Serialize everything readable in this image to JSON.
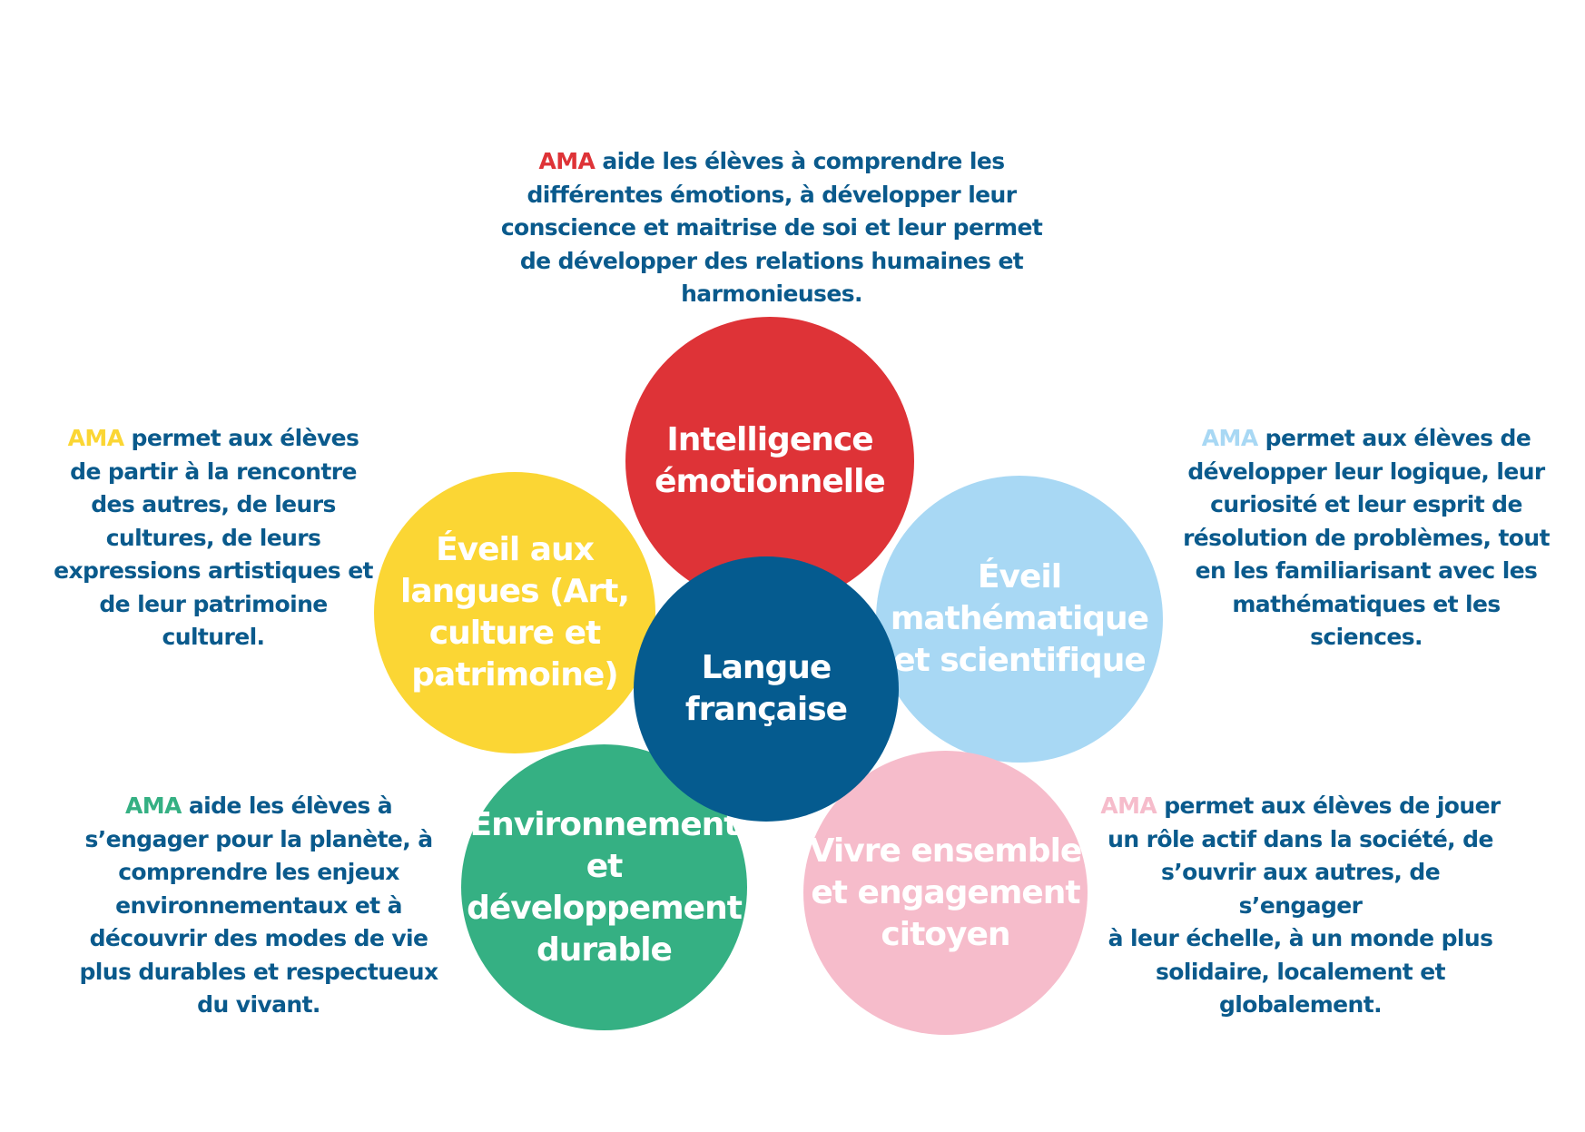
{
  "colors": {
    "text_blue": "#0a5a8c",
    "red": "#de3337",
    "yellow": "#fbd634",
    "light_blue": "#a8d8f4",
    "green": "#35b083",
    "pink": "#f6bccb",
    "dark_blue": "#055b8f"
  },
  "circles": {
    "emotional": {
      "label": "Intelligence\némotionnelle",
      "color": "#de3337"
    },
    "languages": {
      "label": "Éveil aux\nlangues (Art,\nculture et\npatrimoine)",
      "color": "#fbd634"
    },
    "math": {
      "label": "Éveil\nmathématique\net scientifique",
      "color": "#a8d8f4"
    },
    "environment": {
      "label": "Environnement\net\ndéveloppement\ndurable",
      "color": "#35b083"
    },
    "citizen": {
      "label": "Vivre ensemble\net engagement\ncitoyen",
      "color": "#f6bccb"
    },
    "french": {
      "label": "Langue\nfrançaise",
      "color": "#055b8f"
    }
  },
  "descriptions": {
    "emotional": {
      "brand": "AMA",
      "brand_color": "#de3337",
      "text": " aide les élèves à comprendre les\ndifférentes émotions, à développer leur\nconscience et maitrise de soi et leur permet\nde développer des relations humaines et\nharmonieuses."
    },
    "languages": {
      "brand": "AMA",
      "brand_color": "#fbd634",
      "text": " permet aux élèves\nde partir à la rencontre\ndes autres, de leurs\ncultures, de leurs\nexpressions artistiques et\nde leur patrimoine\nculturel."
    },
    "math": {
      "brand": "AMA",
      "brand_color": "#a8d8f4",
      "text": " permet aux élèves de\ndévelopper leur logique, leur\ncuriosité et leur esprit de\nrésolution de problèmes, tout\nen les familiarisant avec les\nmathématiques et les\nsciences."
    },
    "environment": {
      "brand": "AMA",
      "brand_color": "#35b083",
      "text": " aide les élèves à\ns’engager pour la planète, à\ncomprendre les enjeux\nenvironnementaux et à\ndécouvrir des modes de vie\nplus durables et respectueux\ndu vivant."
    },
    "citizen": {
      "brand": "AMA",
      "brand_color": "#f6bccb",
      "text": " permet aux élèves de jouer\nun rôle actif dans la société, de\ns’ouvrir aux autres, de s’engager\nà leur échelle, à un monde plus\nsolidaire, localement et\nglobalement."
    }
  }
}
